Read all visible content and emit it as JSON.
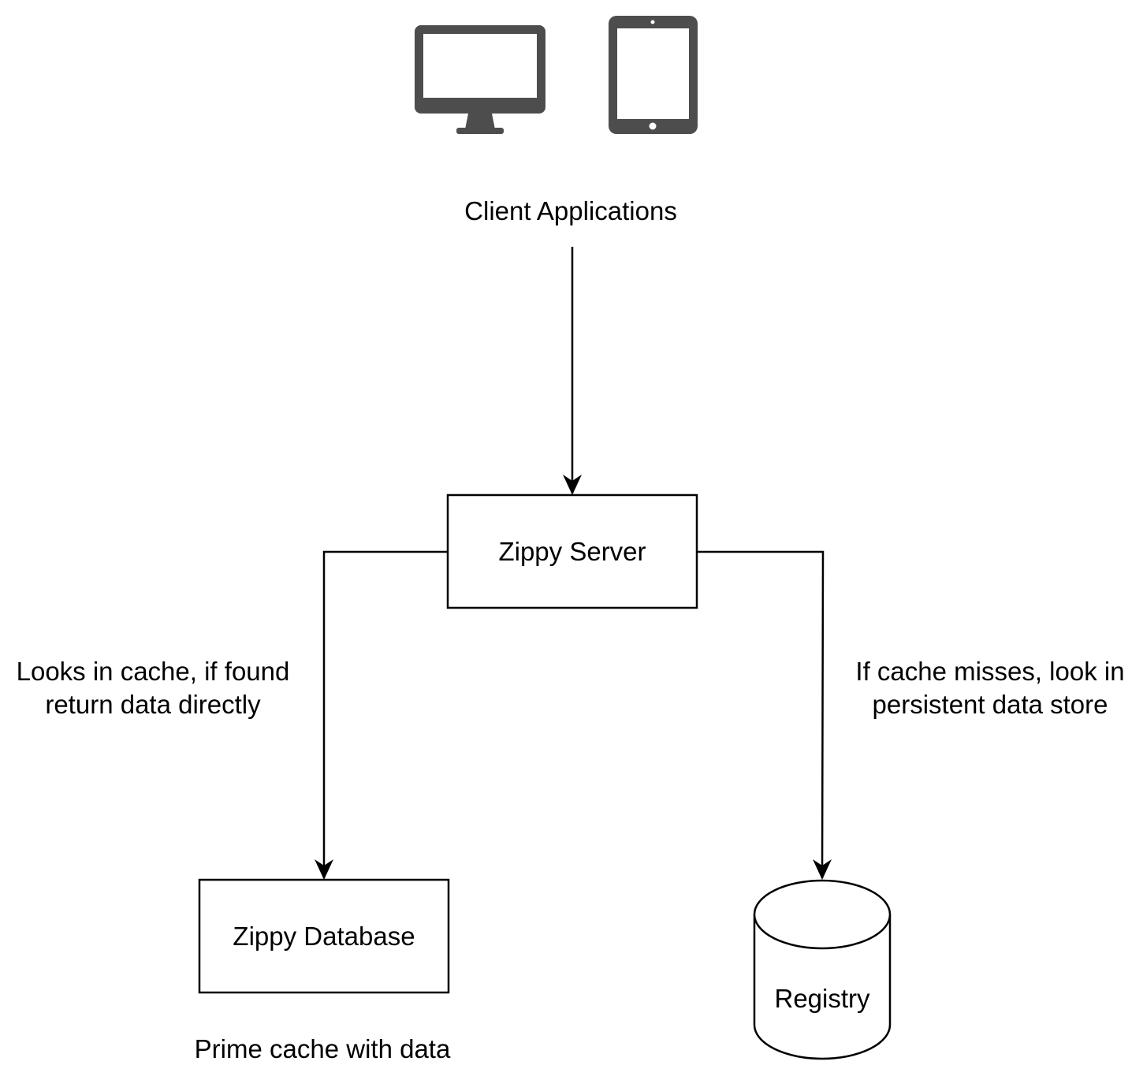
{
  "colors": {
    "icon_fill": "#4d4d4d",
    "line": "#000000",
    "box_fill": "#ffffff",
    "background": "#ffffff"
  },
  "icons": [
    "desktop-monitor-icon",
    "tablet-icon"
  ],
  "clients": {
    "label": "Client Applications"
  },
  "nodes": {
    "server": "Zippy Server",
    "database": "Zippy Database",
    "registry": "Registry"
  },
  "edge_labels": {
    "cache_hit_line1": "Looks in cache, if found",
    "cache_hit_line2": "return data directly",
    "cache_miss_line1": "If cache misses, look in",
    "cache_miss_line2": "persistent data store",
    "prime_cache": "Prime cache with data"
  },
  "edges": [
    {
      "from": "clients",
      "to": "server"
    },
    {
      "from": "server",
      "to": "database"
    },
    {
      "from": "server",
      "to": "registry"
    }
  ]
}
